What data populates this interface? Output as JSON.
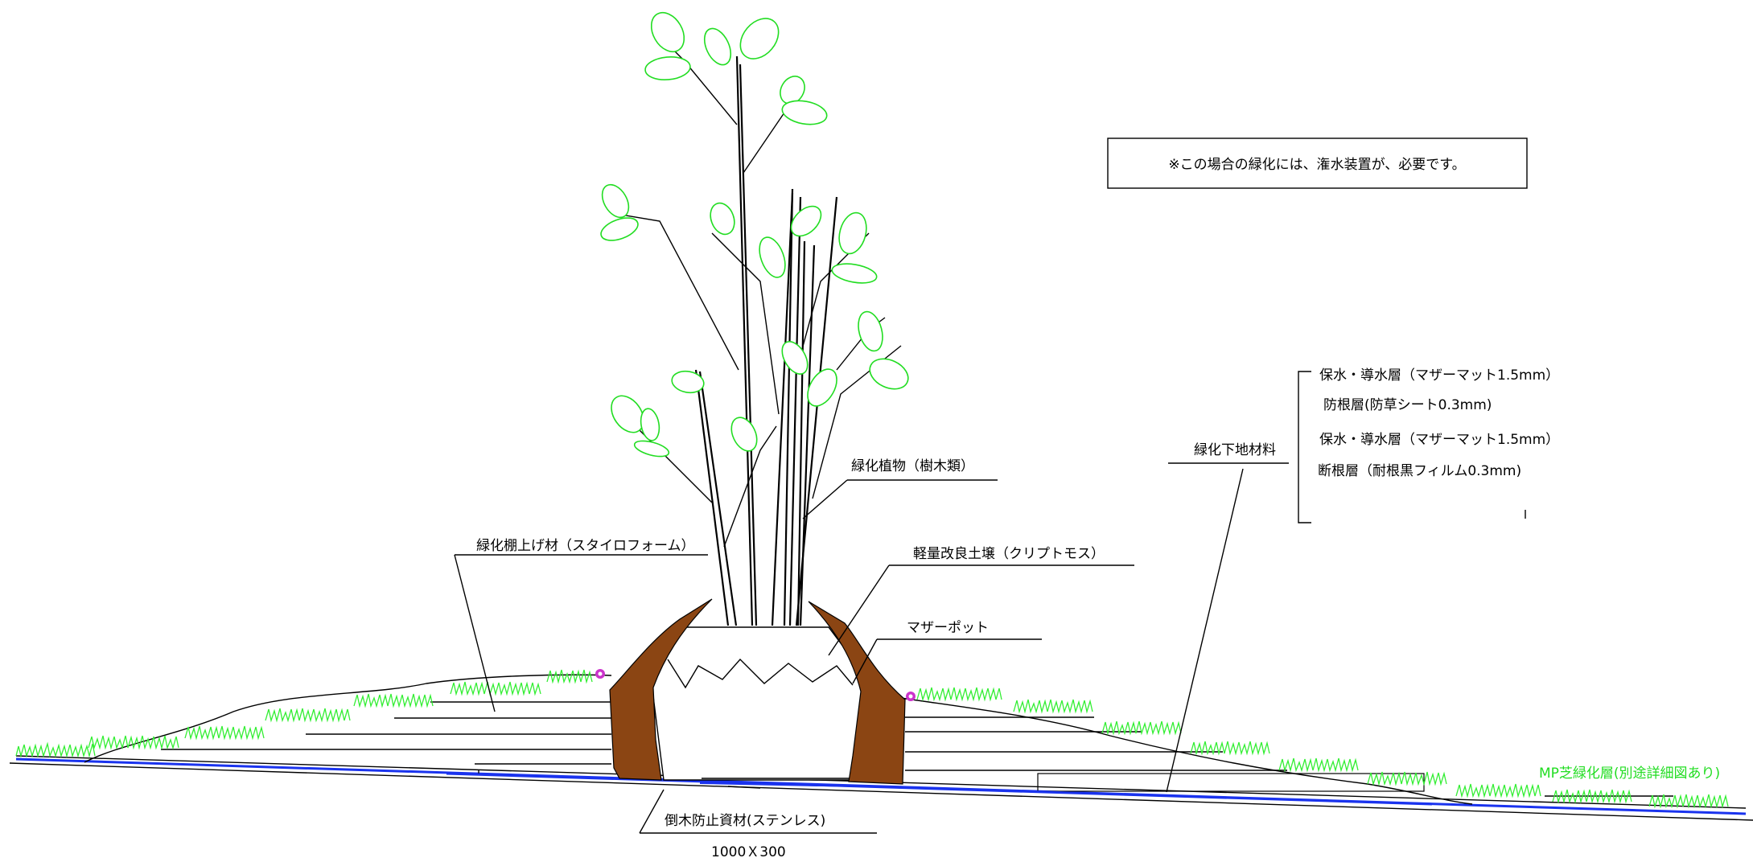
{
  "notice": {
    "text": "※この場合の緑化には、潅水装置が、必要です。"
  },
  "labels": {
    "planting": "緑化植物（樹木類）",
    "shelf_material": "緑化棚上げ材（スタイロフォーム）",
    "soil": "軽量改良土壌（クリプトモス）",
    "mother_pot": "マザーポット",
    "base_material": "緑化下地材料",
    "anti_topple": "倒木防止資材(ステンレス)",
    "anti_topple_size": "1000Ｘ300",
    "mp_lawn": "MP芝緑化層(別途詳細図あり)"
  },
  "layers": [
    "保水・導水層（マザーマット1.5mm）",
    "防根層(防草シート0.3mm)",
    "保水・導水層（マザーマット1.5mm）",
    "断根層（耐根黒フィルム0.3mm)"
  ],
  "colors": {
    "leaf": "#22dd22",
    "grass": "#33ee33",
    "trunk_pot": "#8b4513",
    "blue_line": "#1a33ee",
    "label_green": "#22dd22",
    "sprinkler": "#cc33cc"
  }
}
